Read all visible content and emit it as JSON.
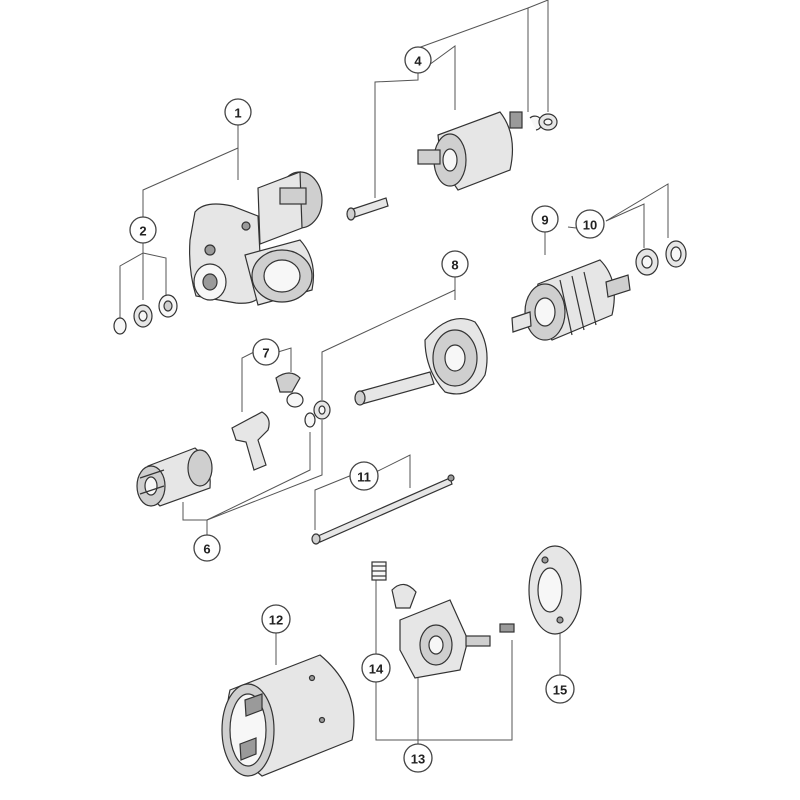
{
  "diagram": {
    "callouts": [
      {
        "id": "1",
        "label": "1"
      },
      {
        "id": "2",
        "label": "2"
      },
      {
        "id": "4",
        "label": "4"
      },
      {
        "id": "6",
        "label": "6"
      },
      {
        "id": "7",
        "label": "7"
      },
      {
        "id": "8",
        "label": "8"
      },
      {
        "id": "9",
        "label": "9"
      },
      {
        "id": "10",
        "label": "10"
      },
      {
        "id": "11",
        "label": "11"
      },
      {
        "id": "12",
        "label": "12"
      },
      {
        "id": "13",
        "label": "13"
      },
      {
        "id": "14",
        "label": "14"
      },
      {
        "id": "15",
        "label": "15"
      }
    ]
  }
}
